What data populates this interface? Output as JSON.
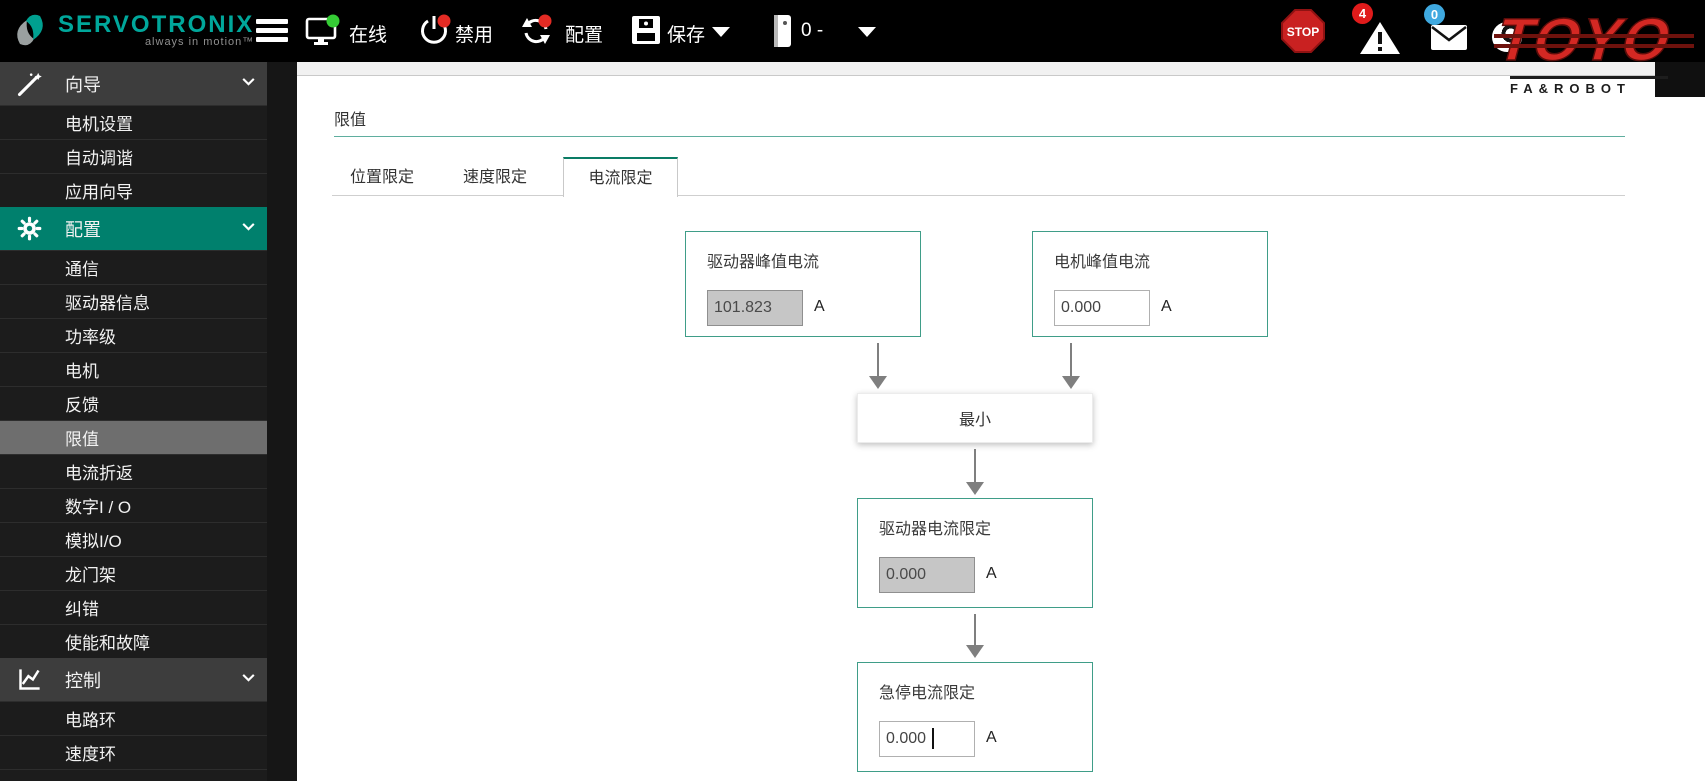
{
  "topbar": {
    "brand": {
      "name": "SERVOTRONIX",
      "tagline": "always in motion™"
    },
    "online_label": "在线",
    "disable_label": "禁用",
    "config_label": "配置",
    "save_label": "保存",
    "drive_selector": "0 -",
    "stop_label": "STOP",
    "warning_count": "4",
    "mail_count": "0",
    "logo": {
      "title": "TOYO",
      "subtitle": "FA&ROBOT"
    }
  },
  "sidebar": {
    "selected": "限值",
    "rows": [
      {
        "type": "header",
        "label": "向导",
        "icon": "wand-icon",
        "theme": "gray"
      },
      {
        "type": "item",
        "label": "电机设置"
      },
      {
        "type": "item",
        "label": "自动调谐"
      },
      {
        "type": "item",
        "label": "应用向导"
      },
      {
        "type": "header",
        "label": "配置",
        "icon": "gear-icon",
        "theme": "teal"
      },
      {
        "type": "item",
        "label": "通信"
      },
      {
        "type": "item",
        "label": "驱动器信息"
      },
      {
        "type": "item",
        "label": "功率级"
      },
      {
        "type": "item",
        "label": "电机"
      },
      {
        "type": "item",
        "label": "反馈"
      },
      {
        "type": "item",
        "label": "限值",
        "selected": true
      },
      {
        "type": "item",
        "label": "电流折返"
      },
      {
        "type": "item",
        "label": "数字I / O"
      },
      {
        "type": "item",
        "label": "模拟I/O"
      },
      {
        "type": "item",
        "label": "龙门架"
      },
      {
        "type": "item",
        "label": "纠错"
      },
      {
        "type": "item",
        "label": "使能和故障"
      },
      {
        "type": "header",
        "label": "控制",
        "icon": "control-icon",
        "theme": "gray"
      },
      {
        "type": "item",
        "label": "电路环"
      },
      {
        "type": "item",
        "label": "速度环"
      }
    ]
  },
  "main": {
    "title": "限值",
    "tabs": [
      {
        "label": "位置限定",
        "active": false
      },
      {
        "label": "速度限定",
        "active": false
      },
      {
        "label": "电流限定",
        "active": true
      }
    ],
    "diagram": {
      "drive_peak": {
        "label": "驱动器峰值电流",
        "value": "101.823",
        "unit": "A",
        "disabled": true
      },
      "motor_peak": {
        "label": "电机峰值电流",
        "value": "0.000",
        "unit": "A",
        "disabled": false
      },
      "min_label": "最小",
      "drive_limit": {
        "label": "驱动器电流限定",
        "value": "0.000",
        "unit": "A",
        "disabled": true
      },
      "estop_limit": {
        "label": "急停电流限定",
        "value": "0.000",
        "unit": "A",
        "disabled": false,
        "focused": true
      }
    }
  },
  "colors": {
    "brand_teal": "#00a79b",
    "sidebar_header_teal": "#00806d",
    "box_border_teal": "#3f9d88",
    "tab_accent": "#0a7c65",
    "stop_red": "#c92121",
    "badge_red": "#e01b1b",
    "badge_blue": "#3fa9e0",
    "online_green": "#35cc35",
    "toyo_red": "#d32823",
    "disabled_field": "#c6c6c6"
  }
}
